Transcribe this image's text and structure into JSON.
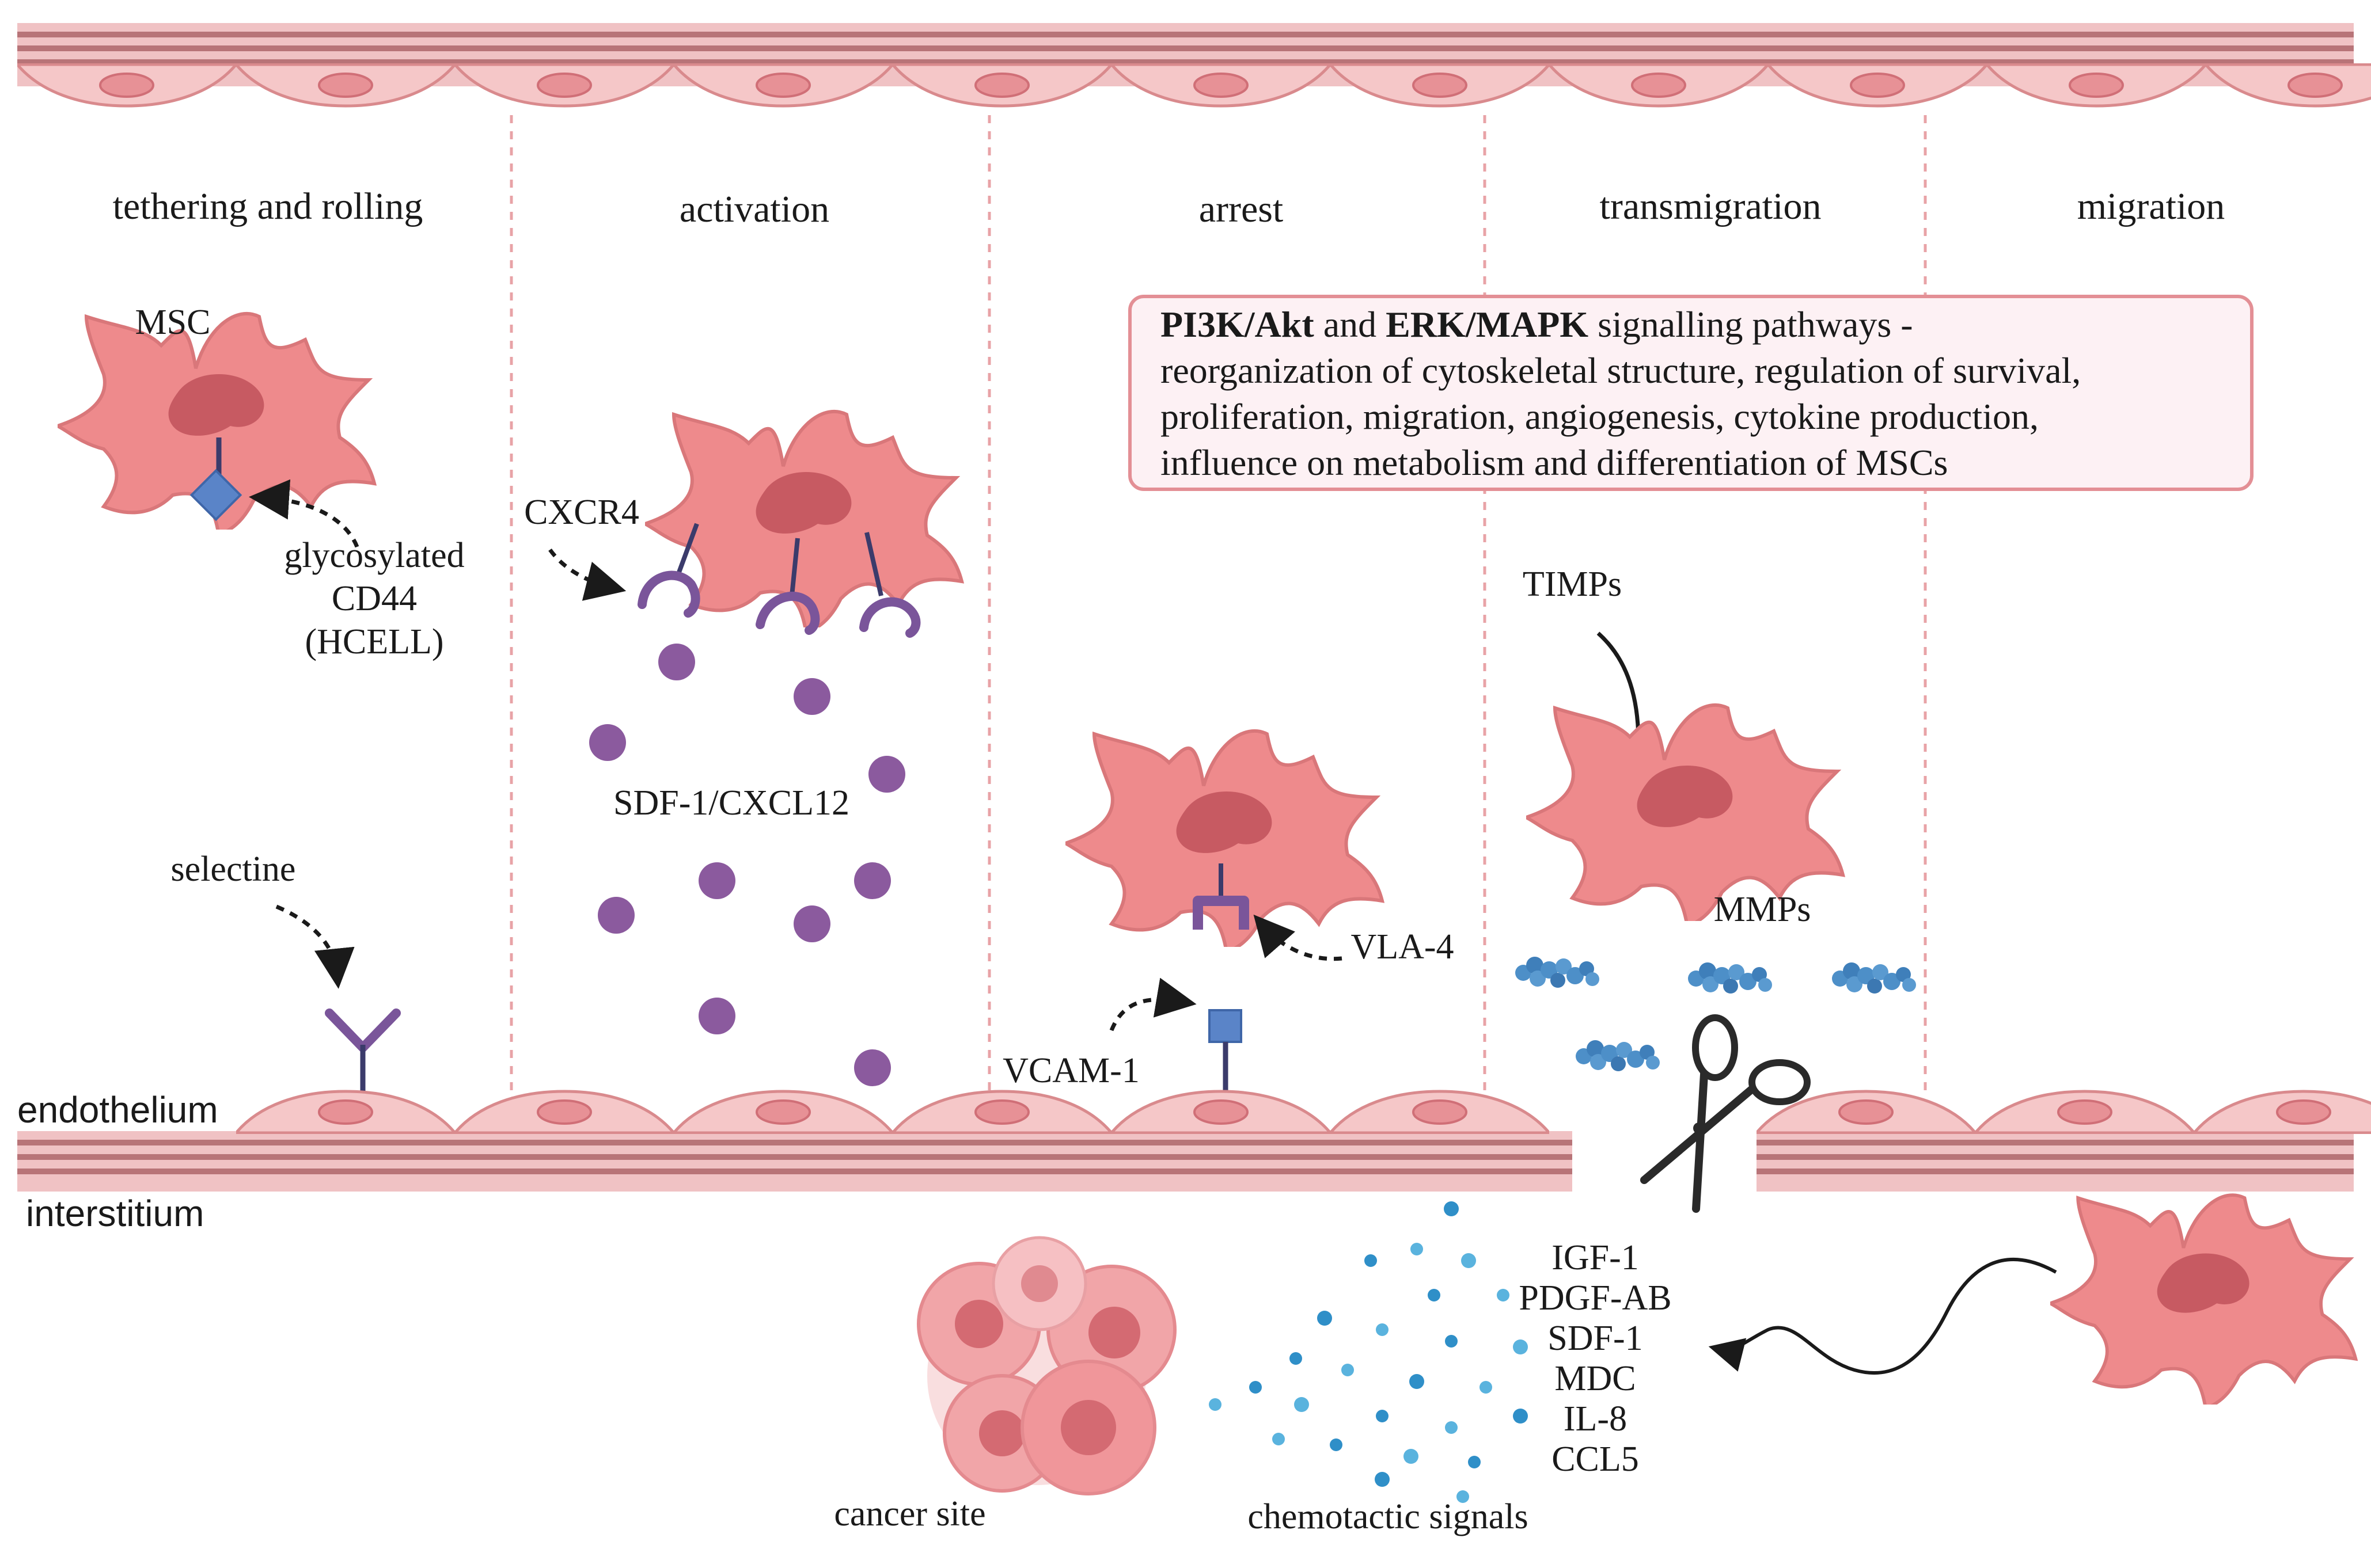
{
  "stages": [
    "tethering and rolling",
    "activation",
    "arrest",
    "transmigration",
    "migration"
  ],
  "labels": {
    "msc": "MSC",
    "cd44_line1": "glycosylated",
    "cd44_line2": "CD44",
    "cd44_line3": "(HCELL)",
    "cxcr4": "CXCR4",
    "sdf1": "SDF-1/CXCL12",
    "selectine": "selectine",
    "vla4": "VLA-4",
    "vcam1": "VCAM-1",
    "timps": "TIMPs",
    "mmps": "MMPs",
    "endothelium": "endothelium",
    "interstitium": "interstitium",
    "cancer_site": "cancer site",
    "chemotactic_signals": "chemotactic signals"
  },
  "pathway_box": {
    "term1": "PI3K/Akt",
    "conj": " and ",
    "term2": "ERK/MAPK",
    "rest": " signalling pathways -",
    "line2": "reorganization of cytoskeletal structure, regulation of survival,",
    "line3": "proliferation, migration, angiogenesis, cytokine production,",
    "line4": "influence on metabolism and differentiation of MSCs"
  },
  "chemokines": [
    "IGF-1",
    "PDGF-AB",
    "SDF-1",
    "MDC",
    "IL-8",
    "CCL5"
  ],
  "colors": {
    "vessel_fill": "#f5c7c8",
    "vessel_stroke": "#d98a8d",
    "membrane": "#c98487",
    "cell_fill": "#ee8a8c",
    "nucleus": "#c75a62",
    "receptor_purple": "#7a559a",
    "ligand_purple": "#8b5a9e",
    "cd44_blue": "#5a84c8",
    "chemotactic_blue": "#2f8fc8",
    "box_border": "#e38f95",
    "box_fill": "#fdf1f4",
    "divider": "#e8a3a7"
  }
}
